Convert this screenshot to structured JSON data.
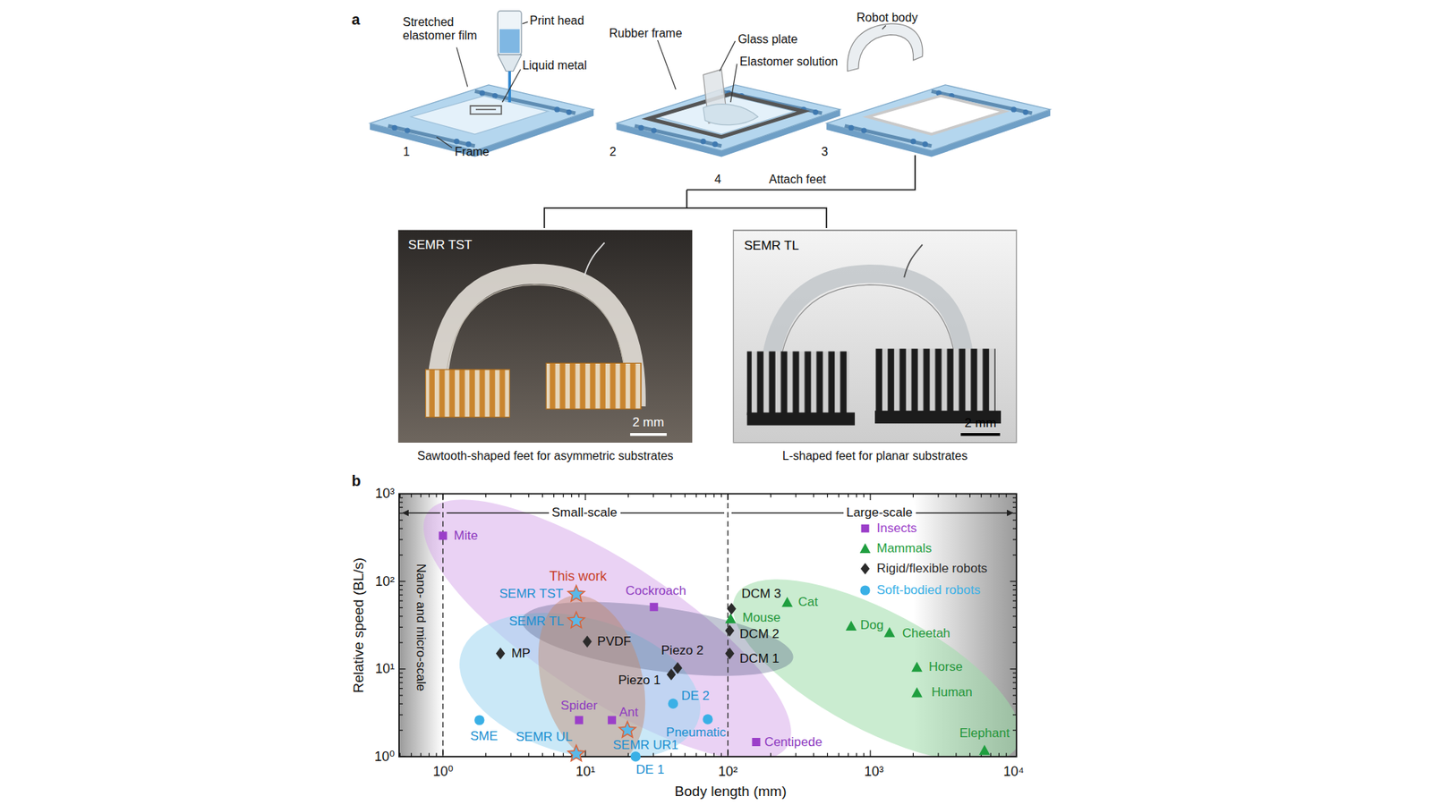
{
  "diagram": {
    "nodes": [
      {
        "text": [
          "SEMR TST",
          "2 mm"
        ]
      },
      {
        "text": [
          "SEMR TL",
          "2 mm"
        ]
      }
    ],
    "labels": [
      "a",
      "Stretched elastomer film",
      "Print head",
      "Liquid metal",
      "1",
      "Frame",
      "Rubber frame",
      "Glass plate",
      "Elastomer solution",
      "2",
      "Robot body",
      "3",
      "4",
      "Attach feet",
      "Sawtooth-shaped feet for asymmetric substrates",
      "L-shaped feet for planar substrates",
      "b",
      "Nano- and micro-scale",
      "Small-scale",
      "Large-scale",
      "Relative speed (BL/s)",
      "Body length (mm)",
      "10³",
      "10²",
      "10¹",
      "10⁰",
      "10⁰",
      "10¹",
      "10²",
      "10³",
      "10⁴",
      "Mite",
      "This work",
      "SEMR TST",
      "Cockroach",
      "SEMR TL",
      "MP",
      "PVDF",
      "Piezo 2",
      "Piezo 1",
      "DCM 3",
      "Mouse",
      "DCM 2",
      "DCM 1",
      "Cat",
      "Dog",
      "Cheetah",
      "Horse",
      "Human",
      "Elephant",
      "Spider",
      "Ant",
      "DE 2",
      "SME",
      "SEMR UL",
      "Pneumatic",
      "SEMR UR1",
      "Centipede",
      "DE 1"
    ],
    "legend": [
      {
        "text": "Insects",
        "color": "#9b3fc9"
      },
      {
        "text": "Mammals",
        "color": "#1f9e3f"
      },
      {
        "text": "Rigid/flexible robots",
        "color": "#2b2b2b"
      },
      {
        "text": "Soft-bodied robots",
        "color": "#3ab0e6"
      }
    ]
  }
}
